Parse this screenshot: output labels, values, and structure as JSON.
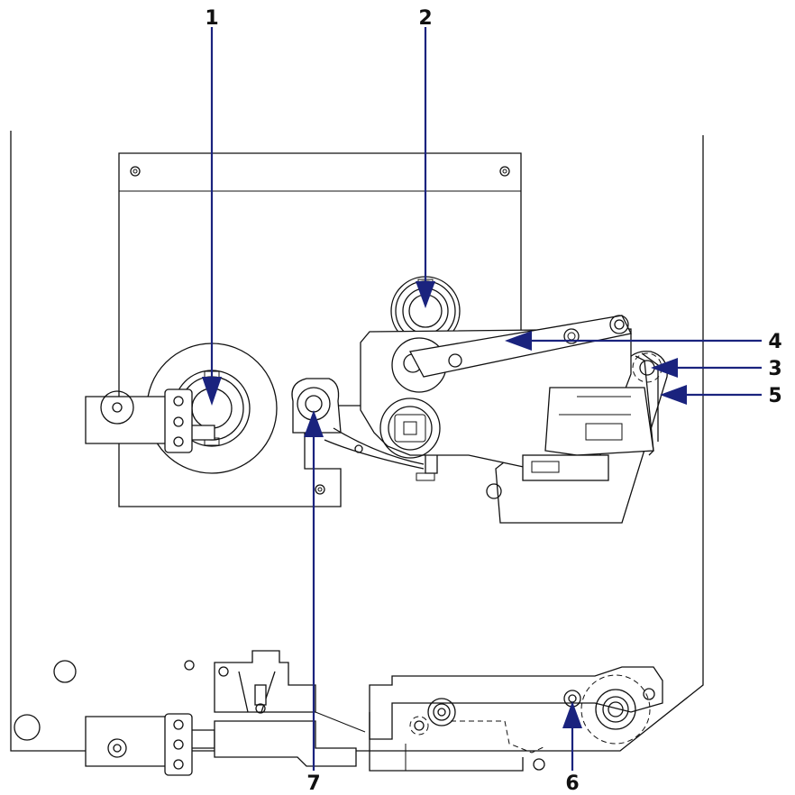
{
  "diagram": {
    "callouts": [
      {
        "id": "1",
        "label": "1"
      },
      {
        "id": "2",
        "label": "2"
      },
      {
        "id": "3",
        "label": "3"
      },
      {
        "id": "4",
        "label": "4"
      },
      {
        "id": "5",
        "label": "5"
      },
      {
        "id": "6",
        "label": "6"
      },
      {
        "id": "7",
        "label": "7"
      }
    ],
    "colors": {
      "callout": "#1a237e",
      "linework": "#111111",
      "background": "#ffffff"
    }
  }
}
